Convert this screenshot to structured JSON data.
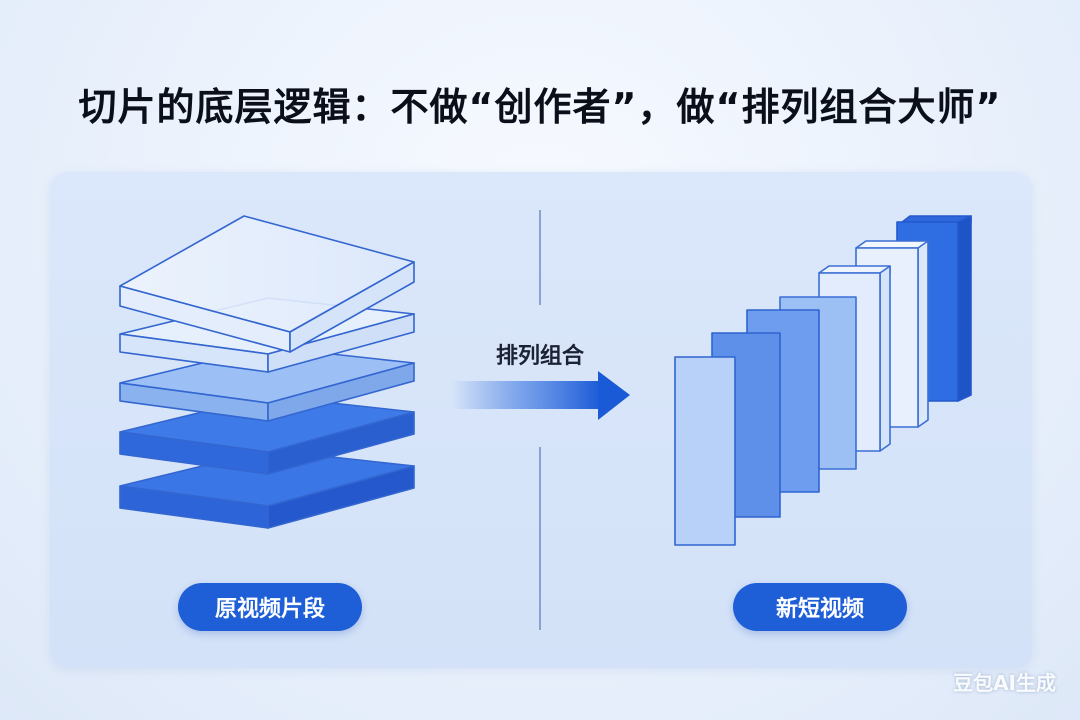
{
  "title": "切片的底层逻辑：不做“创作者”，做“排列组合大师”",
  "left_label": "原视频片段",
  "arrow_label": "排列组合",
  "right_label": "新短视频",
  "watermark": "豆包AI生成",
  "colors": {
    "accent": "#1e5fd8",
    "deep_blue": "#2a66e0",
    "light_blue": "#cfe0fb",
    "outline": "#3c6fd4"
  }
}
